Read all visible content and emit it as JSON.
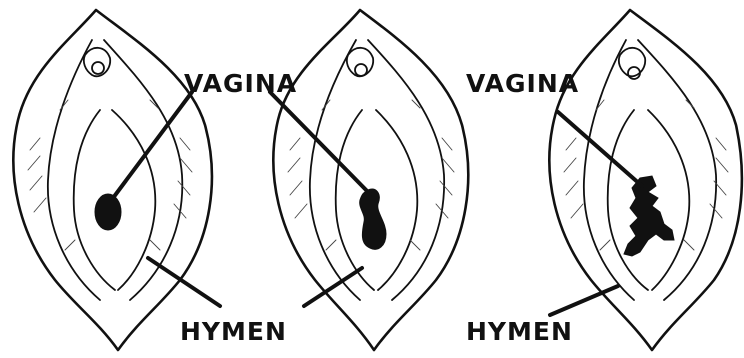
{
  "labels": {
    "panel1_vagina": "VAGINA",
    "panel2_hymen": "HYMEN",
    "panel3_vagina": "VAGINA",
    "panel3_hymen": "HYMEN"
  },
  "colors": {
    "ink": "#111111",
    "background": "#ffffff"
  }
}
